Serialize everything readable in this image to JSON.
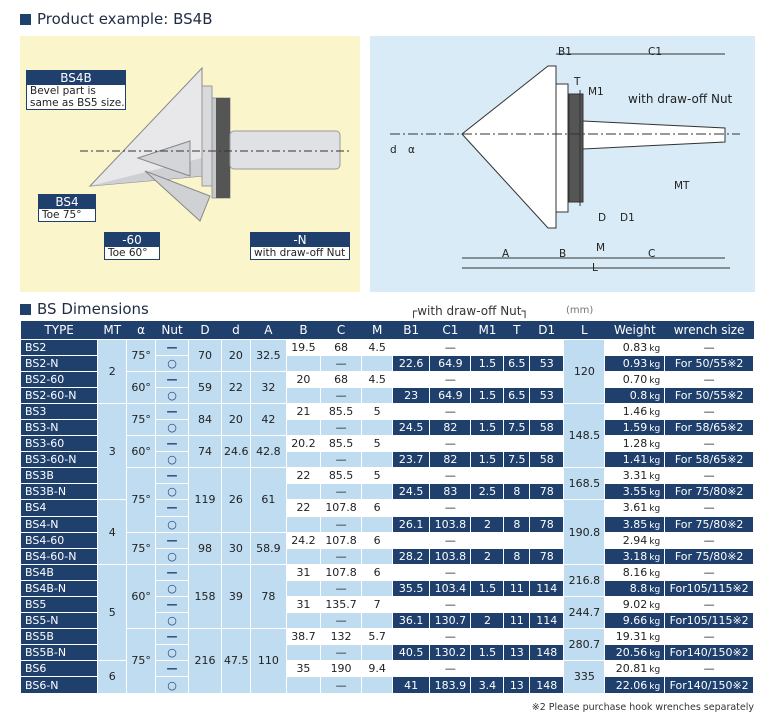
{
  "titles": {
    "product": "Product example: BS4B",
    "dims": "BS Dimensions"
  },
  "with_draw_off": "with draw-off Nut",
  "mm": "(mm)",
  "left_labels": {
    "bs4b": "BS4B",
    "bs4b_desc1": "Bevel part is",
    "bs4b_desc2": "same as BS5 size.",
    "bs4": "BS4",
    "bs4_desc": "Toe 75°",
    "m60": "-60",
    "m60_desc": "Toe 60°",
    "n": "-N",
    "n_desc": "with draw-off Nut"
  },
  "right_labels": {
    "B1": "B1",
    "C1": "C1",
    "T": "T",
    "M1": "M1",
    "with_nut": "with draw-off Nut",
    "MT": "MT",
    "d": "d",
    "alpha": "α",
    "D": "D",
    "D1": "D1",
    "M": "M",
    "A": "A",
    "B": "B",
    "C": "C",
    "L": "L"
  },
  "headers": [
    "TYPE",
    "MT",
    "α",
    "Nut",
    "D",
    "d",
    "A",
    "B",
    "C",
    "M",
    "B1",
    "C1",
    "M1",
    "T",
    "D1",
    "L",
    "Weight",
    "wrench size"
  ],
  "rows": [
    {
      "type": "BS2",
      "nut": "—",
      "b": "19.5",
      "c": "68",
      "m": "4.5",
      "b1": "",
      "c1": "—",
      "m1": "",
      "t": "",
      "d1": "",
      "w": "0.83",
      "wr": "—"
    },
    {
      "type": "BS2-N",
      "nut": "○",
      "b": "",
      "c": "—",
      "m": "",
      "b1": "22.6",
      "c1": "64.9",
      "m1": "1.5",
      "t": "6.5",
      "d1": "53",
      "w": "0.93",
      "wr": "For 50/55※2"
    },
    {
      "type": "BS2-60",
      "nut": "—",
      "b": "20",
      "c": "68",
      "m": "4.5",
      "b1": "",
      "c1": "—",
      "m1": "",
      "t": "",
      "d1": "",
      "w": "0.70",
      "wr": "—"
    },
    {
      "type": "BS2-60-N",
      "nut": "○",
      "b": "",
      "c": "—",
      "m": "",
      "b1": "23",
      "c1": "64.9",
      "m1": "1.5",
      "t": "6.5",
      "d1": "53",
      "w": "0.8",
      "wr": "For 50/55※2"
    },
    {
      "type": "BS3",
      "nut": "—",
      "b": "21",
      "c": "85.5",
      "m": "5",
      "b1": "",
      "c1": "—",
      "m1": "",
      "t": "",
      "d1": "",
      "w": "1.46",
      "wr": "—"
    },
    {
      "type": "BS3-N",
      "nut": "○",
      "b": "",
      "c": "—",
      "m": "",
      "b1": "24.5",
      "c1": "82",
      "m1": "1.5",
      "t": "7.5",
      "d1": "58",
      "w": "1.59",
      "wr": "For 58/65※2"
    },
    {
      "type": "BS3-60",
      "nut": "—",
      "b": "20.2",
      "c": "85.5",
      "m": "5",
      "b1": "",
      "c1": "—",
      "m1": "",
      "t": "",
      "d1": "",
      "w": "1.28",
      "wr": "—"
    },
    {
      "type": "BS3-60-N",
      "nut": "○",
      "b": "",
      "c": "—",
      "m": "",
      "b1": "23.7",
      "c1": "82",
      "m1": "1.5",
      "t": "7.5",
      "d1": "58",
      "w": "1.41",
      "wr": "For 58/65※2"
    },
    {
      "type": "BS3B",
      "nut": "—",
      "b": "22",
      "c": "85.5",
      "m": "5",
      "b1": "",
      "c1": "—",
      "m1": "",
      "t": "",
      "d1": "",
      "w": "3.31",
      "wr": "—"
    },
    {
      "type": "BS3B-N",
      "nut": "○",
      "b": "",
      "c": "—",
      "m": "",
      "b1": "24.5",
      "c1": "83",
      "m1": "2.5",
      "t": "8",
      "d1": "78",
      "w": "3.55",
      "wr": "For 75/80※2"
    },
    {
      "type": "BS4",
      "nut": "—",
      "b": "22",
      "c": "107.8",
      "m": "6",
      "b1": "",
      "c1": "—",
      "m1": "",
      "t": "",
      "d1": "",
      "w": "3.61",
      "wr": "—"
    },
    {
      "type": "BS4-N",
      "nut": "○",
      "b": "",
      "c": "—",
      "m": "",
      "b1": "26.1",
      "c1": "103.8",
      "m1": "2",
      "t": "8",
      "d1": "78",
      "w": "3.85",
      "wr": "For 75/80※2"
    },
    {
      "type": "BS4-60",
      "nut": "—",
      "b": "24.2",
      "c": "107.8",
      "m": "6",
      "b1": "",
      "c1": "—",
      "m1": "",
      "t": "",
      "d1": "",
      "w": "2.94",
      "wr": "—"
    },
    {
      "type": "BS4-60-N",
      "nut": "○",
      "b": "",
      "c": "—",
      "m": "",
      "b1": "28.2",
      "c1": "103.8",
      "m1": "2",
      "t": "8",
      "d1": "78",
      "w": "3.18",
      "wr": "For 75/80※2"
    },
    {
      "type": "BS4B",
      "nut": "—",
      "b": "31",
      "c": "107.8",
      "m": "6",
      "b1": "",
      "c1": "—",
      "m1": "",
      "t": "",
      "d1": "",
      "w": "8.16",
      "wr": "—"
    },
    {
      "type": "BS4B-N",
      "nut": "○",
      "b": "",
      "c": "—",
      "m": "",
      "b1": "35.5",
      "c1": "103.4",
      "m1": "1.5",
      "t": "11",
      "d1": "114",
      "w": "8.8",
      "wr": "For105/115※2"
    },
    {
      "type": "BS5",
      "nut": "—",
      "b": "31",
      "c": "135.7",
      "m": "7",
      "b1": "",
      "c1": "—",
      "m1": "",
      "t": "",
      "d1": "",
      "w": "9.02",
      "wr": "—"
    },
    {
      "type": "BS5-N",
      "nut": "○",
      "b": "",
      "c": "—",
      "m": "",
      "b1": "36.1",
      "c1": "130.7",
      "m1": "2",
      "t": "11",
      "d1": "114",
      "w": "9.66",
      "wr": "For105/115※2"
    },
    {
      "type": "BS5B",
      "nut": "—",
      "b": "38.7",
      "c": "132",
      "m": "5.7",
      "b1": "",
      "c1": "—",
      "m1": "",
      "t": "",
      "d1": "",
      "w": "19.31",
      "wr": "—"
    },
    {
      "type": "BS5B-N",
      "nut": "○",
      "b": "",
      "c": "—",
      "m": "",
      "b1": "40.5",
      "c1": "130.2",
      "m1": "1.5",
      "t": "13",
      "d1": "148",
      "w": "20.56",
      "wr": "For140/150※2"
    },
    {
      "type": "BS6",
      "nut": "—",
      "b": "35",
      "c": "190",
      "m": "9.4",
      "b1": "",
      "c1": "—",
      "m1": "",
      "t": "",
      "d1": "",
      "w": "20.81",
      "wr": "—"
    },
    {
      "type": "BS6-N",
      "nut": "○",
      "b": "",
      "c": "—",
      "m": "",
      "b1": "41",
      "c1": "183.9",
      "m1": "3.4",
      "t": "13",
      "d1": "148",
      "w": "22.06",
      "wr": "For140/150※2"
    }
  ],
  "mt_groups": [
    "2",
    "3",
    "4",
    "5",
    "6"
  ],
  "alpha_groups": [
    "75°",
    "60°",
    "75°",
    "60°",
    "75°",
    "75°",
    "60°",
    "75°"
  ],
  "dDA_groups": [
    {
      "D": "70",
      "d": "20",
      "A": "32.5"
    },
    {
      "D": "59",
      "d": "22",
      "A": "32"
    },
    {
      "D": "84",
      "d": "20",
      "A": "42"
    },
    {
      "D": "74",
      "d": "24.6",
      "A": "42.8"
    },
    {
      "D": "119",
      "d": "26",
      "A": "61"
    },
    {
      "D": "98",
      "d": "30",
      "A": "58.9"
    },
    {
      "D": "158",
      "d": "39",
      "A": "78"
    },
    {
      "D": "216",
      "d": "47.5",
      "A": "110"
    }
  ],
  "L_groups": [
    "120",
    "148.5",
    "168.5",
    "190.8",
    "216.8",
    "244.7",
    "280.7",
    "335"
  ],
  "weight_unit": "kg",
  "note": "※2 Please purchase hook wrenches separately"
}
